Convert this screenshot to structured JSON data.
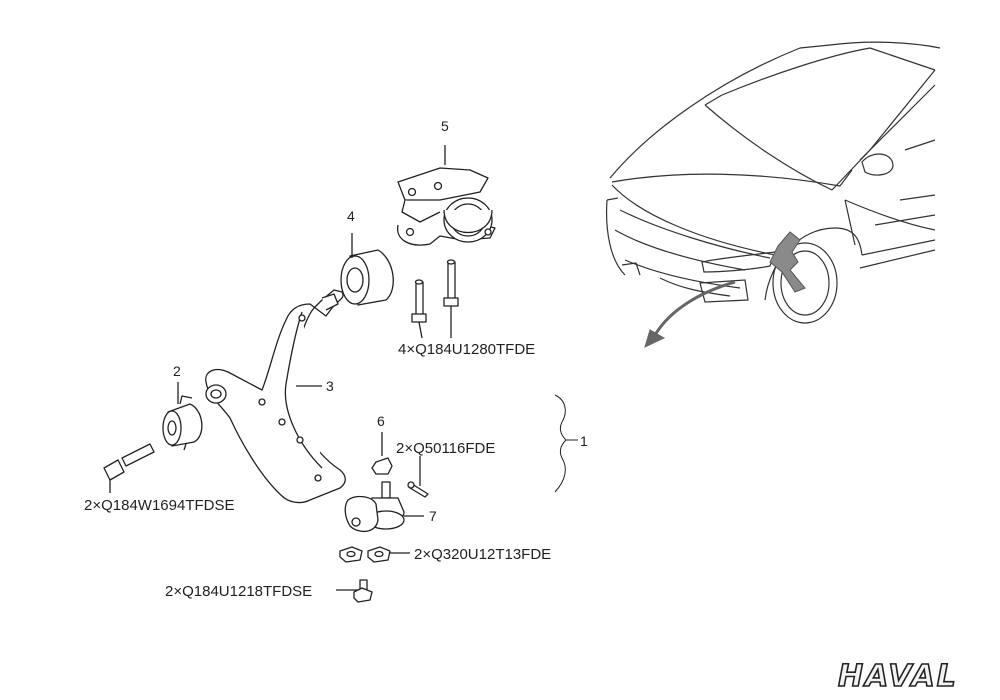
{
  "callouts": {
    "c1": "1",
    "c2": "2",
    "c3": "3",
    "c4": "4",
    "c5": "5",
    "c6": "6",
    "c7": "7"
  },
  "fasteners": {
    "bracket_bolts": "4×Q184U1280TFDE",
    "cotter_pin": "2×Q50116FDE",
    "bushing_bolt": "2×Q184W1694TFDSE",
    "balljoint_nuts": "2×Q320U12T13FDE",
    "balljoint_bolts": "2×Q184U1218TFDSE"
  },
  "logo": "HAVAL",
  "colors": {
    "line": "#222222",
    "highlight": "#888888",
    "background": "#ffffff"
  }
}
